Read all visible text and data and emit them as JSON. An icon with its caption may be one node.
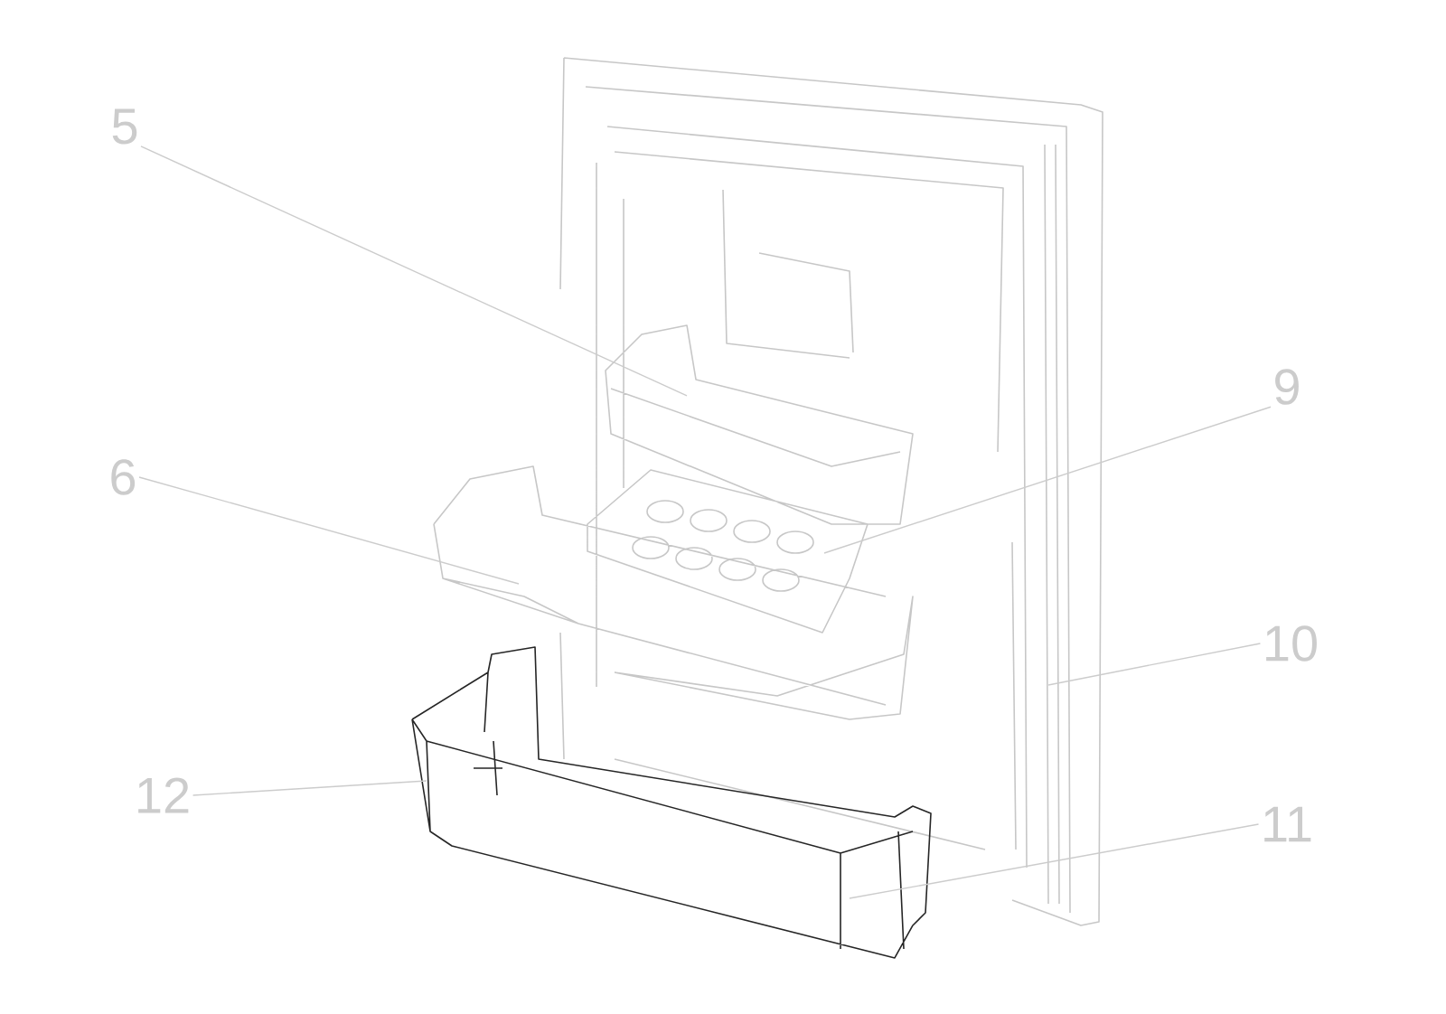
{
  "diagram": {
    "nodes": [
      {
        "text": [
          "5"
        ]
      },
      {
        "text": [
          "6"
        ]
      },
      {
        "text": [
          "9"
        ]
      },
      {
        "text": [
          "10"
        ]
      },
      {
        "text": [
          "11"
        ]
      },
      {
        "text": [
          "12"
        ]
      }
    ],
    "edges": [
      {
        "from": 0,
        "to": null,
        "arrow": "none"
      },
      {
        "from": 1,
        "to": null,
        "arrow": "none"
      },
      {
        "from": 2,
        "to": null,
        "arrow": "none"
      },
      {
        "from": 3,
        "to": null,
        "arrow": "none"
      },
      {
        "from": 4,
        "to": null,
        "arrow": "none"
      },
      {
        "from": 5,
        "to": null,
        "arrow": "none"
      }
    ]
  }
}
